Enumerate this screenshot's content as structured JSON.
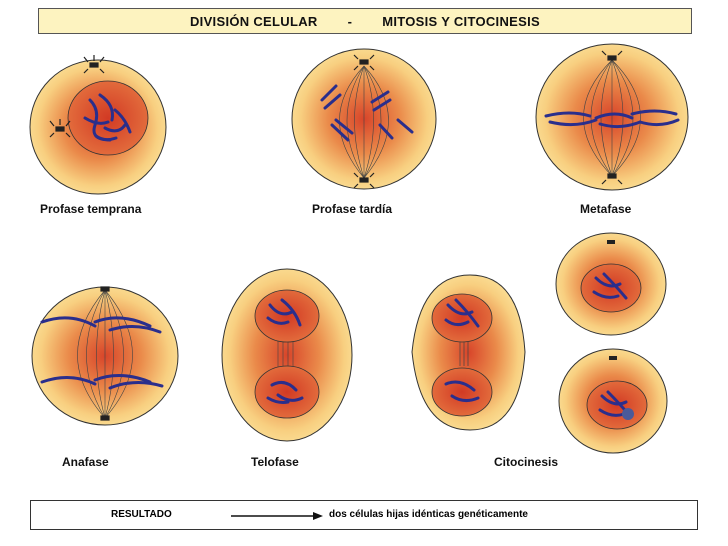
{
  "header": {
    "title_left": "DIVISIÓN CELULAR",
    "title_sep": "-",
    "title_right": "MITOSIS Y CITOCINESIS"
  },
  "stages": {
    "profase_temprana": "Profase temprana",
    "profase_tardia": "Profase tardía",
    "metafase": "Metafase",
    "anafase": "Anafase",
    "telofase": "Telofase",
    "citocinesis": "Citocinesis"
  },
  "result": {
    "label": "RESULTADO",
    "text": "dos células  hijas  idénticas genéticamente"
  },
  "colors": {
    "cell_outer": "#fbe29a",
    "cell_inner": "#d8452a",
    "chromosome": "#2a2e8c",
    "outline": "#333333"
  }
}
